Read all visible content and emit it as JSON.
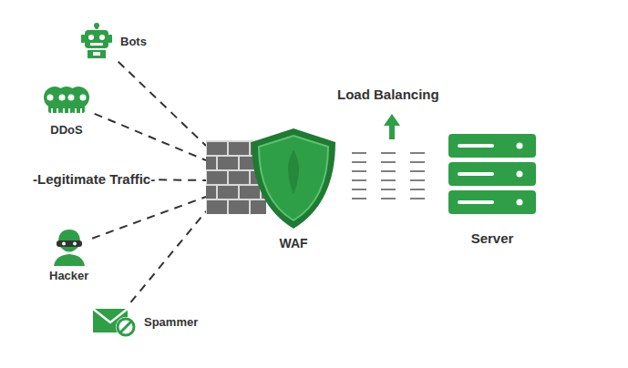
{
  "diagram": {
    "nodes": [
      {
        "text": [
          "Bots"
        ]
      },
      {
        "text": [
          "DDoS"
        ]
      },
      {
        "text": [
          "-Legitimate Traffic-"
        ]
      },
      {
        "text": [
          "Hacker"
        ]
      },
      {
        "text": [
          "Spammer"
        ]
      },
      {
        "text": [
          "WAF"
        ]
      },
      {
        "text": [
          "Server"
        ]
      }
    ],
    "edges": [
      {
        "from": 0,
        "to": 5,
        "arrow": "none"
      },
      {
        "from": 1,
        "to": 5,
        "arrow": "none"
      },
      {
        "from": 2,
        "to": 5,
        "arrow": "none"
      },
      {
        "from": 3,
        "to": 5,
        "arrow": "none"
      },
      {
        "from": 4,
        "to": 5,
        "arrow": "none"
      },
      {
        "from": 5,
        "to": 6,
        "arrow": "none"
      }
    ],
    "labels": [
      "Load Balancing"
    ]
  }
}
